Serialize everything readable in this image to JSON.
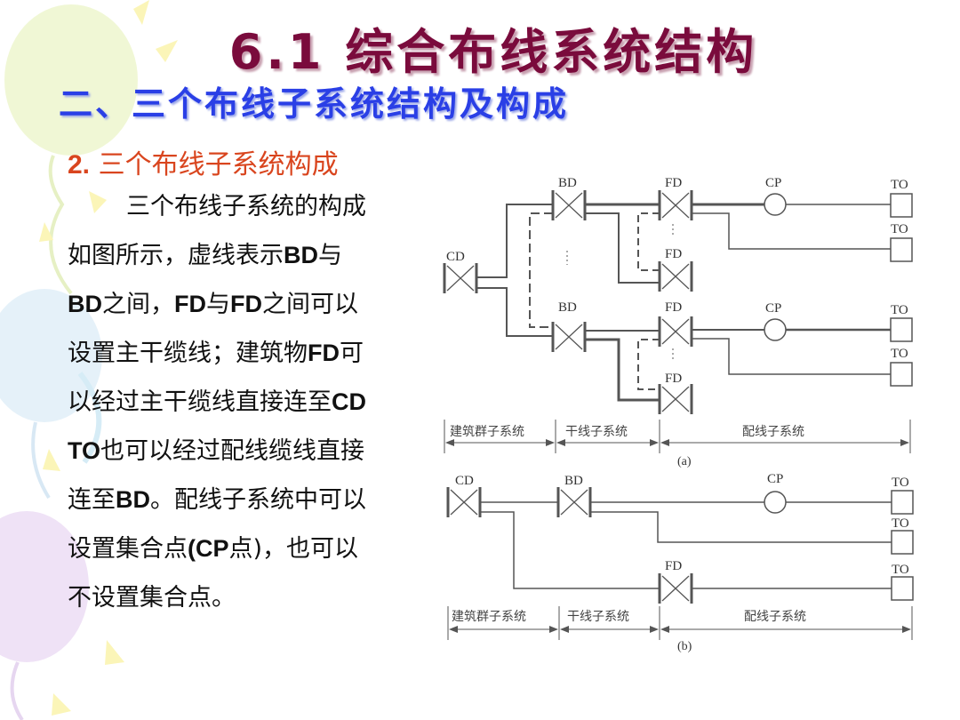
{
  "slide": {
    "title": "6.1  综合布线系统结构",
    "subtitle": "二、三个布线子系统结构及构成",
    "section_number": "2.",
    "section_title": "三个布线子系统构成",
    "paragraph_lines": [
      "三个布线子系统的构成",
      "如图所示，虚线表示BD与",
      "BD之间，FD与FD之间可以",
      "设置主干缆线；建筑物FD可",
      "以经过主干缆线直接连至CD",
      "TO也可以经过配线缆线直接",
      "连至BD。配线子系统中可以",
      "设置集合点(CP点)，也可以",
      "不设置集合点。"
    ],
    "colors": {
      "title": "#7a0b3c",
      "subtitle": "#2a3fe6",
      "section": "#d9451e",
      "body": "#111111"
    }
  },
  "diagram_a": {
    "nodes": {
      "cd": "CD",
      "bd_top": "BD",
      "bd_bottom": "BD",
      "fd_1": "FD",
      "fd_2": "FD",
      "fd_3": "FD",
      "fd_4": "FD",
      "cp_top": "CP",
      "cp_bottom": "CP",
      "to_1": "TO",
      "to_2": "TO",
      "to_3": "TO",
      "to_4": "TO"
    },
    "spans": [
      "建筑群子系统",
      "干线子系统",
      "配线子系统"
    ],
    "caption": "(a)"
  },
  "diagram_b": {
    "nodes": {
      "cd": "CD",
      "bd": "BD",
      "fd": "FD",
      "cp": "CP",
      "to_1": "TO",
      "to_2": "TO",
      "to_3": "TO"
    },
    "spans": [
      "建筑群子系统",
      "干线子系统",
      "配线子系统"
    ],
    "caption": "(b)"
  }
}
